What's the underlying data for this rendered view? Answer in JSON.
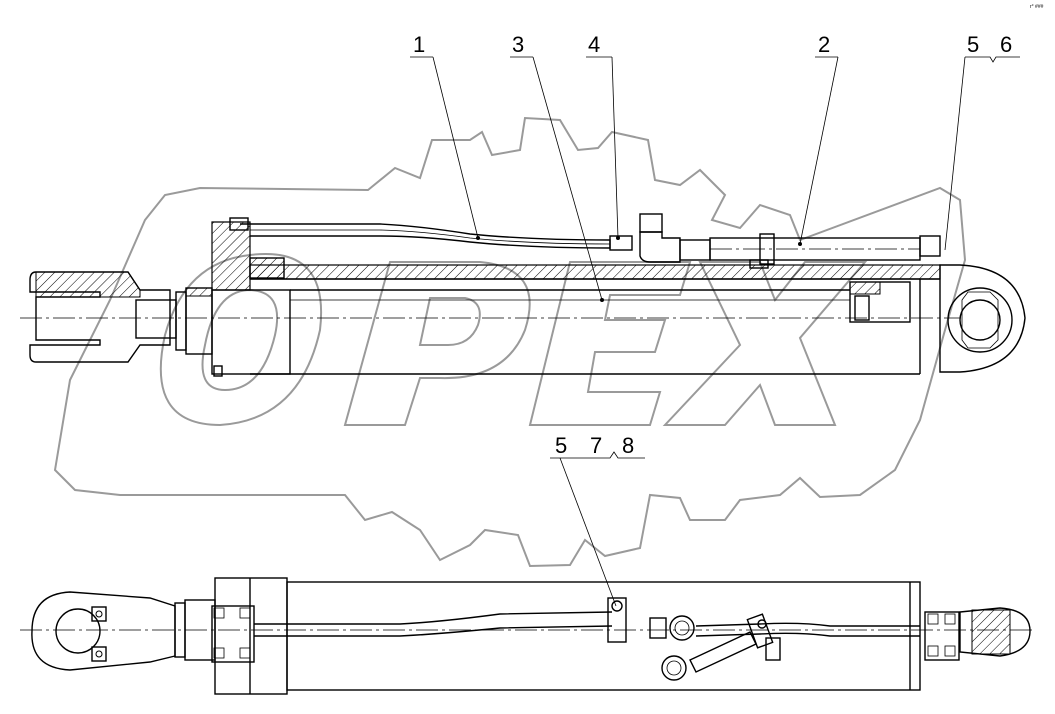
{
  "labels": {
    "l1": "1",
    "l3": "3",
    "l4": "4",
    "l2": "2",
    "l5": "5",
    "l6": "6",
    "l5b": "5",
    "l7": "7",
    "l8": "8"
  },
  "watermark": "OPEX",
  "corner_mark": "r° ###",
  "colors": {
    "line": "#000000",
    "watermark": "#9a9a9a",
    "hatch": "#000000"
  }
}
